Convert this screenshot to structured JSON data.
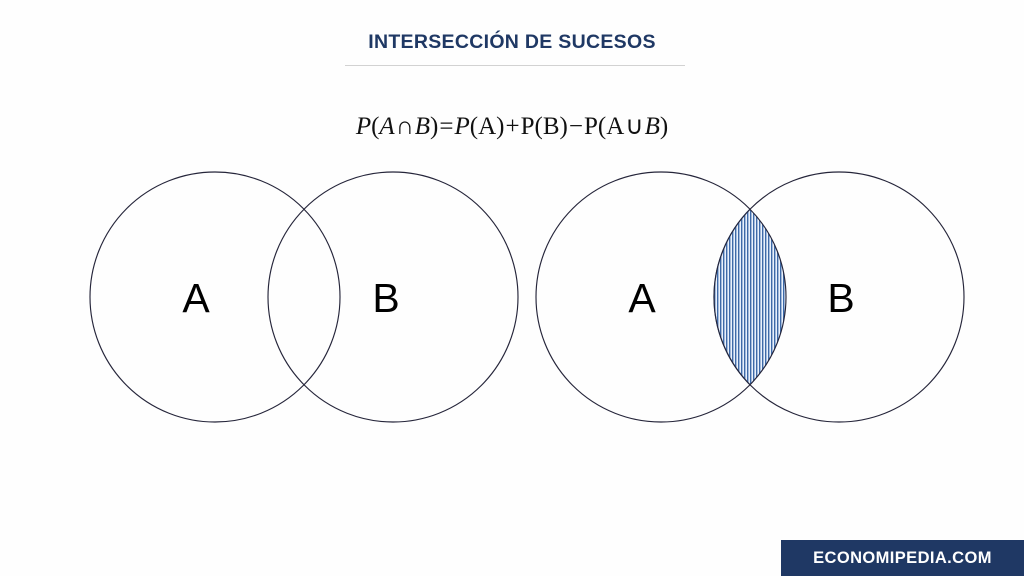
{
  "slide": {
    "background_color": "#fefefe",
    "title": "INTERSECCIÓN DE SUCESOS",
    "title_color": "#1f3864",
    "rule_color": "#d2d2d2"
  },
  "formula": {
    "full_text": "P(A ∩ B) = P(A) + P(B) − P(A ∪ B)",
    "p1": "P",
    "paren_open_1": "(",
    "a1": "A",
    "intersection_symbol": "∩",
    "b1": "B",
    "paren_close_1": ")",
    "equals": "=",
    "p2": "P",
    "paren_open_2": "(",
    "a2": "A",
    "paren_close_2": ")",
    "plus": "+",
    "p3": "P",
    "paren_open_3": "(",
    "b2": "B",
    "paren_close_3": ")",
    "minus": "−",
    "p4": "P",
    "paren_open_4": "(",
    "a3": "A",
    "union_symbol": "∪",
    "b3": "B",
    "paren_close_4": ")"
  },
  "diagrams": [
    {
      "id": "venn-plain",
      "caption": "Two overlapping sets, no region shaded",
      "shaded": false,
      "left_circle_label": "A",
      "right_circle_label": "B",
      "stroke_color": "#25253a",
      "fill_color": "none"
    },
    {
      "id": "venn-shaded",
      "caption": "Two overlapping sets, intersection shaded",
      "shaded": true,
      "left_circle_label": "A",
      "right_circle_label": "B",
      "stroke_color": "#25253a",
      "hatch_color": "#3e6aa8",
      "hatch_background": "#e8f0fb",
      "lens_stroke_color": "#3a5f92"
    }
  ],
  "footer": {
    "brand": "ECONOMIPEDIA.COM",
    "brand_bg": "#1f3864",
    "brand_text_color": "#ffffff"
  }
}
